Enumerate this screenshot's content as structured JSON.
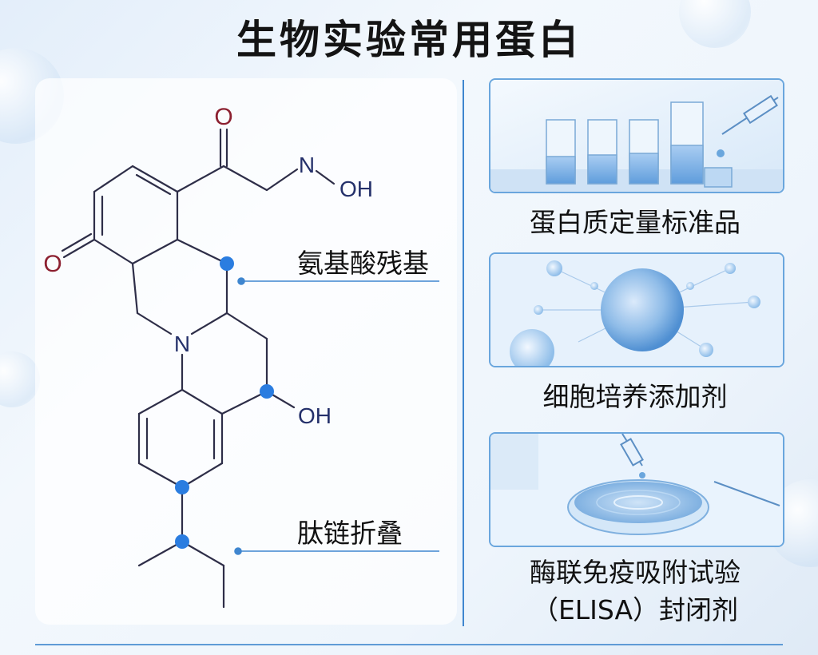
{
  "title": "生物实验常用蛋白",
  "diagram": {
    "labels": {
      "amino_acid": "氨基酸残基",
      "peptide_folding": "肽链折叠"
    },
    "atoms": {
      "o_top": "O",
      "o_left": "O",
      "n_oxime": "N",
      "oh_oxime": "OH",
      "n_ring": "N",
      "oh_side": "OH"
    }
  },
  "cards": [
    {
      "caption": "蛋白质定量标准品",
      "icon": "test-tubes-image"
    },
    {
      "caption": "细胞培养添加剂",
      "icon": "cell-image"
    },
    {
      "caption_line1": "酶联免疫吸附试验",
      "caption_line2": "（ELISA）封闭剂",
      "icon": "petri-dish-image"
    }
  ],
  "colors": {
    "accent": "#2b7de0",
    "bond": "#2e2e48",
    "oxygen": "#8c2030",
    "nitrogen": "#24306a"
  }
}
